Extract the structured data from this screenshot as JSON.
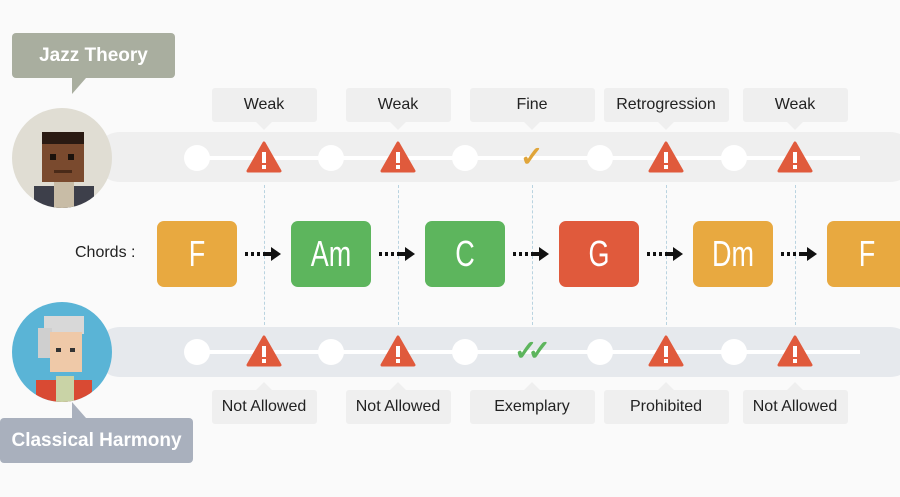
{
  "personas": {
    "jazz": {
      "label": "Jazz Theory",
      "color": "#a9ae9f"
    },
    "classical": {
      "label": "Classical Harmony",
      "color": "#a9b0bd"
    }
  },
  "chords_label": "Chords :",
  "chords": [
    {
      "name": "F",
      "color": "#e8a940"
    },
    {
      "name": "Am",
      "color": "#5db55d"
    },
    {
      "name": "C",
      "color": "#5db55d"
    },
    {
      "name": "G",
      "color": "#e05a3c"
    },
    {
      "name": "Dm",
      "color": "#e8a940"
    },
    {
      "name": "F",
      "color": "#e8a940"
    }
  ],
  "jazz_verdicts": [
    {
      "label": "Weak",
      "icon": "warning-icon"
    },
    {
      "label": "Weak",
      "icon": "warning-icon"
    },
    {
      "label": "Fine",
      "icon": "check-icon"
    },
    {
      "label": "Retrogression",
      "icon": "warning-icon"
    },
    {
      "label": "Weak",
      "icon": "warning-icon"
    }
  ],
  "classical_verdicts": [
    {
      "label": "Not Allowed",
      "icon": "warning-icon"
    },
    {
      "label": "Not Allowed",
      "icon": "warning-icon"
    },
    {
      "label": "Exemplary",
      "icon": "double-check-icon"
    },
    {
      "label": "Prohibited",
      "icon": "warning-icon"
    },
    {
      "label": "Not Allowed",
      "icon": "warning-icon"
    }
  ],
  "colors": {
    "warning": "#e05a3c",
    "check_jazz": "#e0a53a",
    "check_classical": "#5db55d"
  }
}
